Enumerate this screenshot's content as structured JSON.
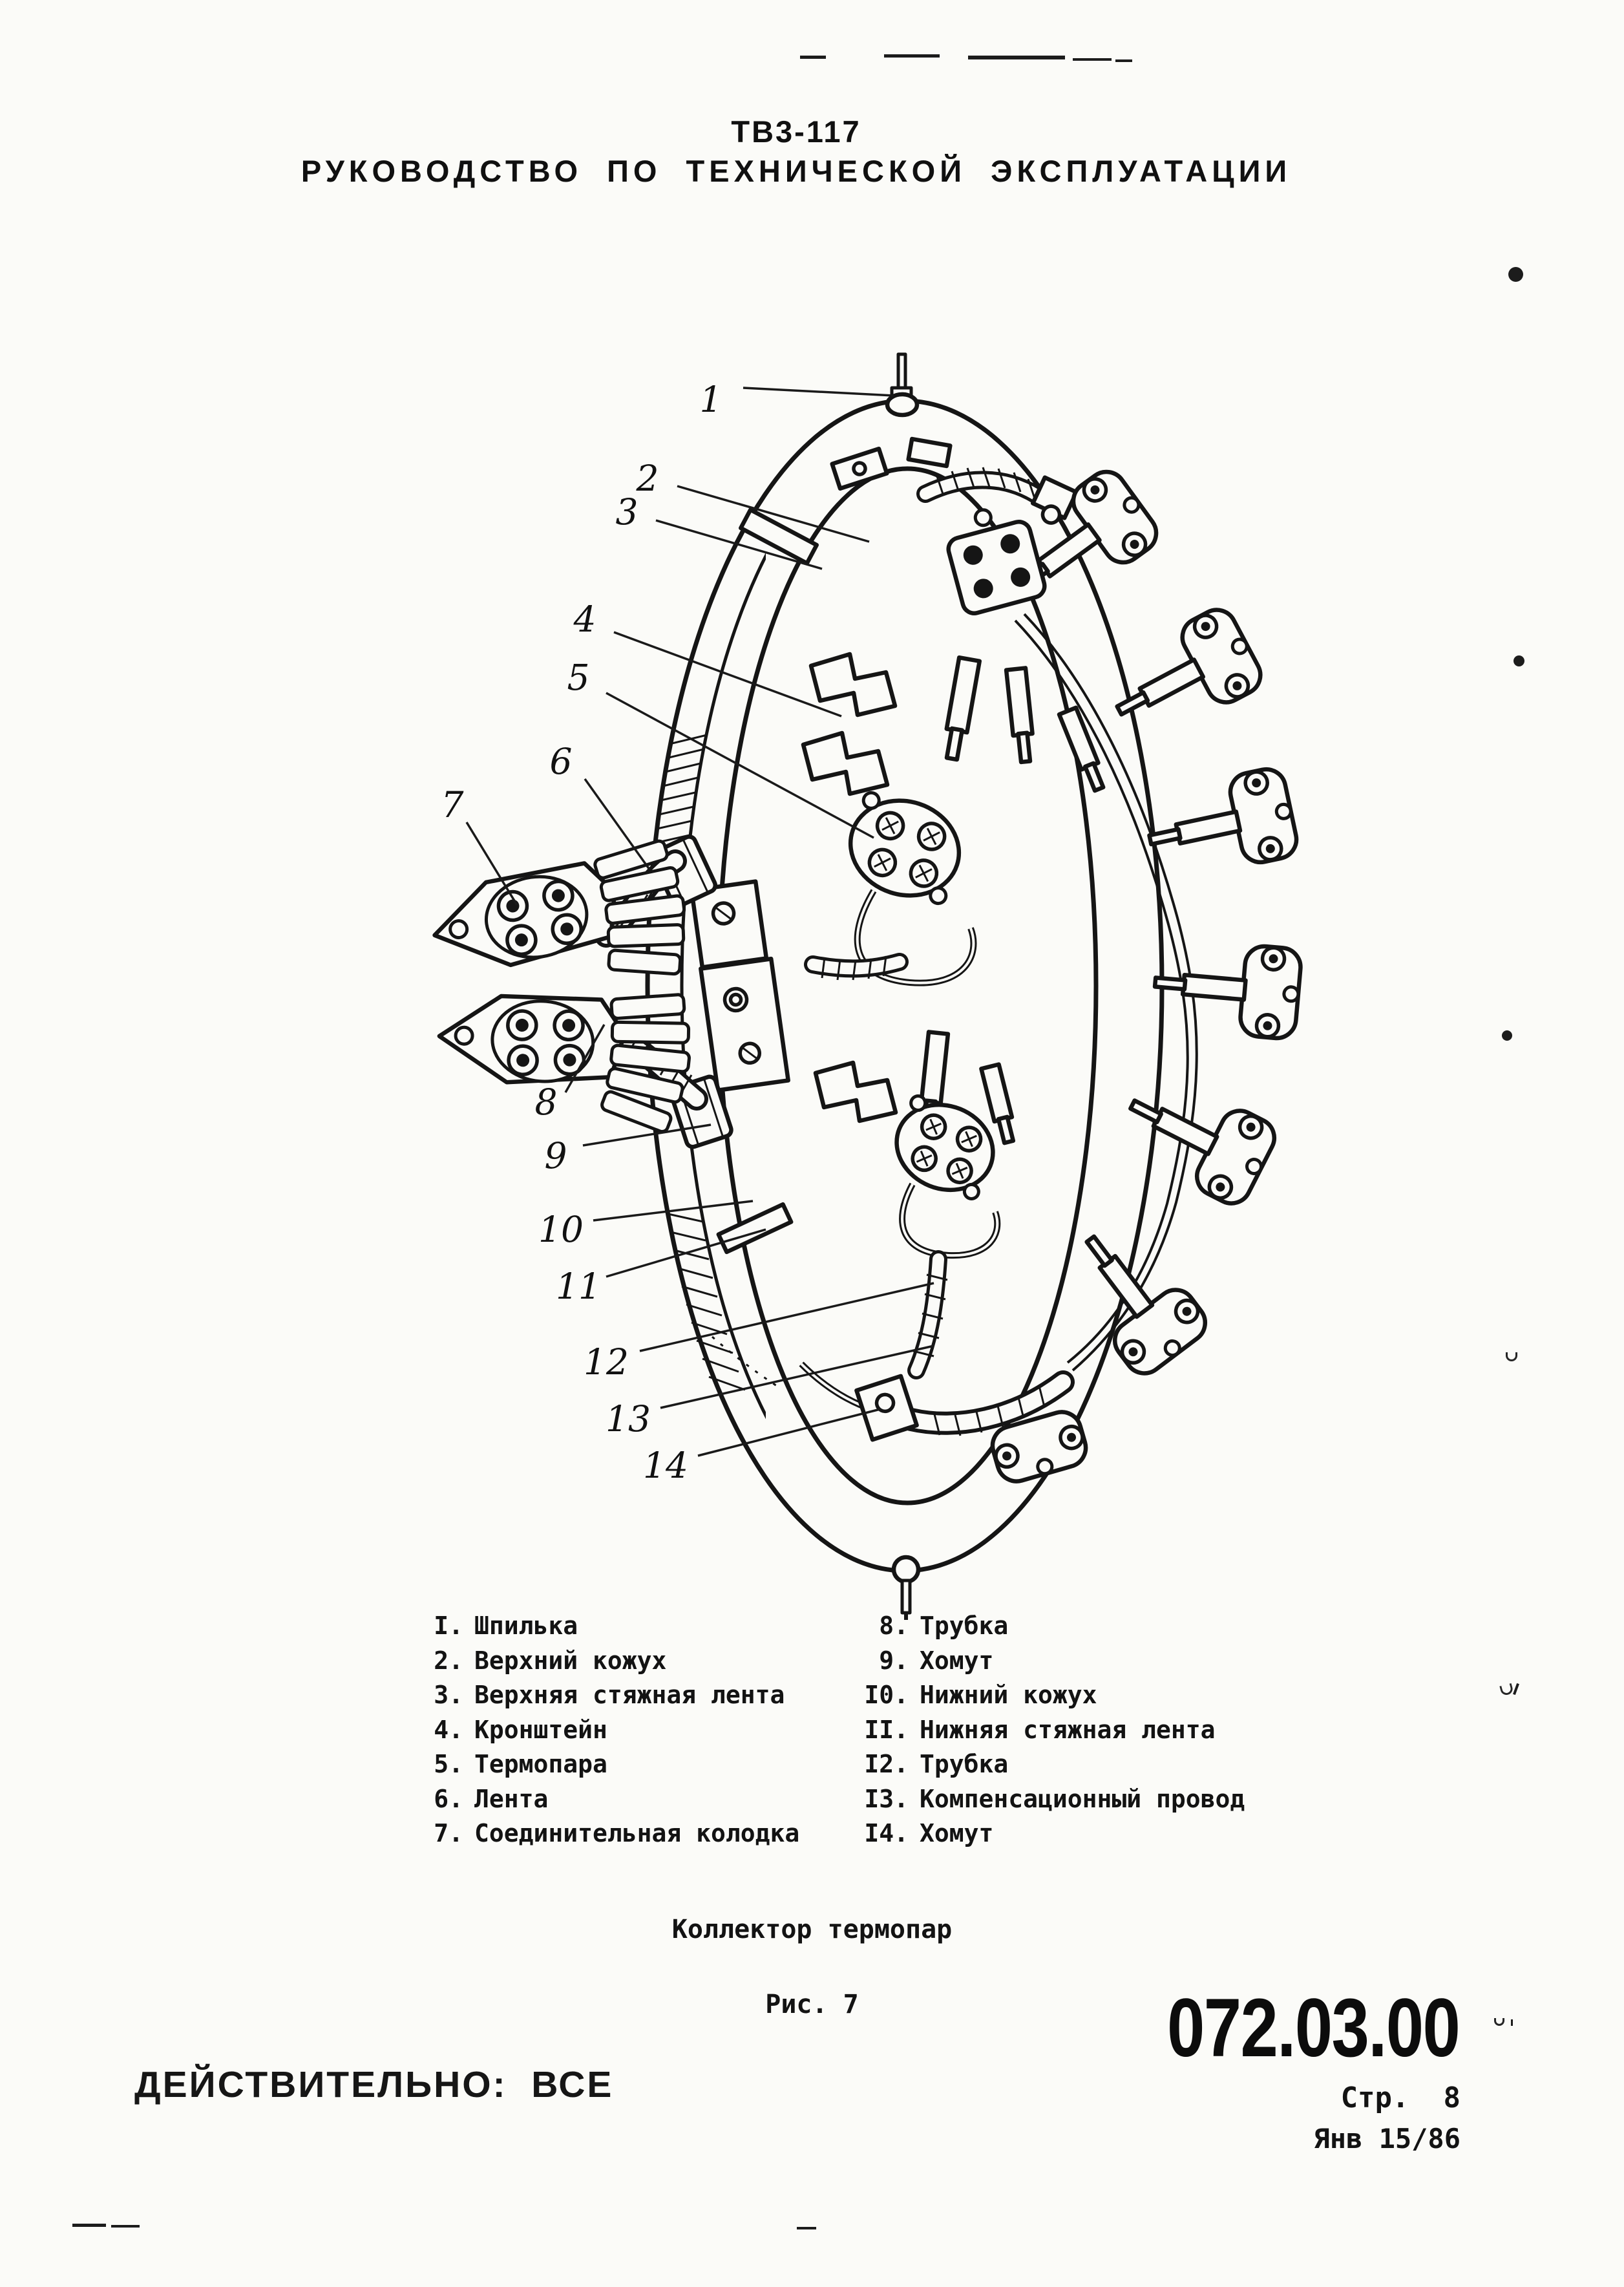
{
  "header": {
    "line1": "ТВ3-117",
    "line2": "РУКОВОДСТВО  ПО  ТЕХНИЧЕСКОЙ  ЭКСПЛУАТАЦИИ"
  },
  "figure": {
    "callouts": [
      {
        "n": "1"
      },
      {
        "n": "2"
      },
      {
        "n": "3"
      },
      {
        "n": "4"
      },
      {
        "n": "5"
      },
      {
        "n": "6"
      },
      {
        "n": "7"
      },
      {
        "n": "8"
      },
      {
        "n": "9"
      },
      {
        "n": "10"
      },
      {
        "n": "11"
      },
      {
        "n": "12"
      },
      {
        "n": "13"
      },
      {
        "n": "14"
      }
    ],
    "caption": "Коллектор термопар",
    "figure_label": "Рис. 7"
  },
  "parts_list": {
    "left": [
      {
        "num": "I.",
        "label": "Шпилька"
      },
      {
        "num": "2.",
        "label": "Верхний кожух"
      },
      {
        "num": "3.",
        "label": "Верхняя стяжная лента"
      },
      {
        "num": "4.",
        "label": "Кронштейн"
      },
      {
        "num": "5.",
        "label": "Термопара"
      },
      {
        "num": "6.",
        "label": "Лента"
      },
      {
        "num": "7.",
        "label": "Соединительная колодка"
      }
    ],
    "right": [
      {
        "num": "8.",
        "label": "Трубка"
      },
      {
        "num": "9.",
        "label": "Хомут"
      },
      {
        "num": "I0.",
        "label": "Нижний кожух"
      },
      {
        "num": "II.",
        "label": "Нижняя стяжная лента"
      },
      {
        "num": "I2.",
        "label": "Трубка"
      },
      {
        "num": "I3.",
        "label": "Компенсационный провод"
      },
      {
        "num": "I4.",
        "label": "Хомут"
      }
    ]
  },
  "footer": {
    "validity": "ДЕЙСТВИТЕЛЬНО:  ВСЕ",
    "chapter_code": "072.03.00",
    "page_label": "Стр.  8",
    "date_label": "Янв 15/86"
  }
}
